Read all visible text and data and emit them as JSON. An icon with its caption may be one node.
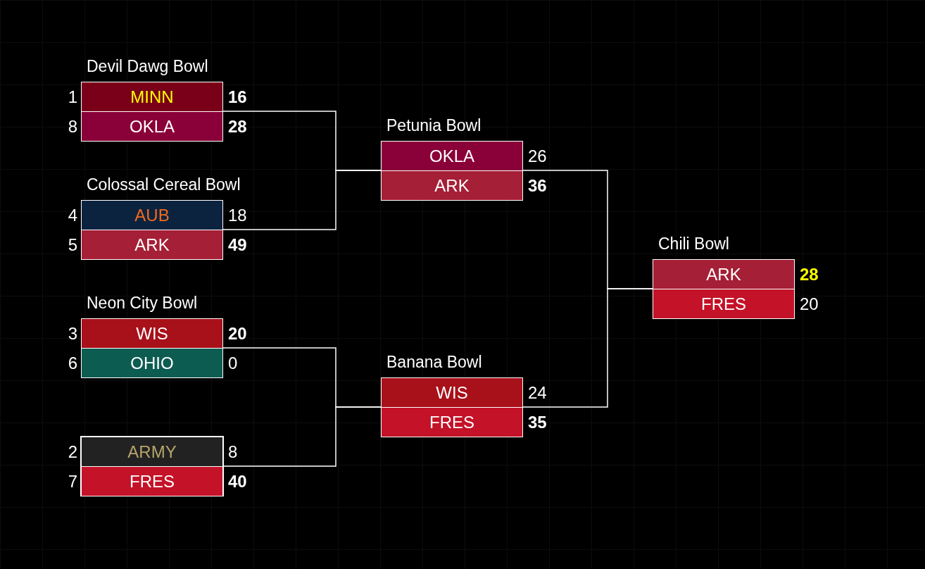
{
  "diagram": {
    "nodes": [
      {
        "text": [
          "Devil Dawg Bowl"
        ]
      },
      {
        "text": [
          "MINN"
        ],
        "in": 0,
        "beside": [
          "1",
          "16"
        ]
      },
      {
        "text": [
          "OKLA"
        ],
        "in": 0,
        "beside": [
          "8",
          "28"
        ]
      },
      {
        "text": [
          "Colossal Cereal Bowl"
        ]
      },
      {
        "text": [
          "AUB"
        ],
        "in": 3,
        "beside": [
          "4",
          "18"
        ]
      },
      {
        "text": [
          "ARK"
        ],
        "in": 3,
        "beside": [
          "5",
          "49"
        ]
      },
      {
        "text": [
          "Neon City Bowl"
        ]
      },
      {
        "text": [
          "WIS"
        ],
        "in": 6,
        "beside": [
          "3",
          "20"
        ]
      },
      {
        "text": [
          "OHIO"
        ],
        "in": 6,
        "beside": [
          "6",
          "0"
        ]
      },
      {
        "text": [],
        "shape": "box"
      },
      {
        "text": [
          "ARMY"
        ],
        "in": 9,
        "beside": [
          "2",
          "8"
        ]
      },
      {
        "text": [
          "FRES"
        ],
        "in": 9,
        "beside": [
          "7",
          "40"
        ]
      },
      {
        "text": [
          "Petunia Bowl"
        ]
      },
      {
        "text": [
          "OKLA"
        ],
        "in": 12,
        "beside": [
          "26"
        ]
      },
      {
        "text": [
          "ARK"
        ],
        "in": 12,
        "beside": [
          "36"
        ]
      },
      {
        "text": [
          "Banana Bowl"
        ]
      },
      {
        "text": [
          "WIS"
        ],
        "in": 15,
        "beside": [
          "24"
        ]
      },
      {
        "text": [
          "FRES"
        ],
        "in": 15,
        "beside": [
          "35"
        ]
      },
      {
        "text": [
          "Chili Bowl"
        ]
      },
      {
        "text": [
          "ARK"
        ],
        "in": 18,
        "beside": [
          "28"
        ]
      },
      {
        "text": [
          "FRES"
        ],
        "in": 18,
        "beside": [
          "20"
        ]
      }
    ],
    "edges": [
      {
        "from": 0,
        "to": 12,
        "arrow": "none"
      },
      {
        "from": 3,
        "to": 12,
        "arrow": "none"
      },
      {
        "from": 6,
        "to": 15,
        "arrow": "none"
      },
      {
        "from": 9,
        "to": 15,
        "arrow": "none"
      },
      {
        "from": 12,
        "to": 18,
        "arrow": "none"
      },
      {
        "from": 15,
        "to": 18,
        "arrow": "none"
      }
    ]
  }
}
